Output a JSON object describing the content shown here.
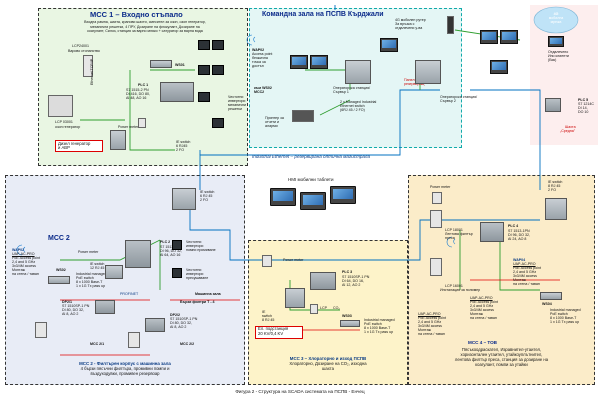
{
  "colors": {
    "zone1": "#e9f6e3",
    "zone2": "#e8ecf6",
    "zone3": "#fdf3c9",
    "zone4": "#fbecc9",
    "control": "#e4f6f5",
    "fiber": "#0070c0",
    "ethernet": "#2e9e2e",
    "red_link": "#e00000"
  },
  "mcc1": {
    "title": "MCC 1 – Входно стъпало",
    "desc": [
      "Входна рампа, шахта, кранови шахти, смесител за озон, озон генератор,",
      "механични решетки, 4 ПРУ, Дозиране на флокулант, Дозиране на",
      "коагулант, Силоз, станция за варно мляко  + сатуратор за варна вода"
    ],
    "lcp_top": "LCP24001",
    "lcp_top_sub": "Варово стопанство",
    "ws01": "WS01",
    "plc1_name": "PLC 1",
    "plc1_spec": [
      "S7 1515-2 PN",
      "DI 416, DO 80,",
      "AI 48, AO 16"
    ],
    "ethernet_label": "Ethernet TCP/IP",
    "lcp_ozone": "LCP 03001",
    "lcp_ozone_sub": "озон генератор",
    "power_meter": "Power meter",
    "right_label": [
      "Честотни",
      "инвертори"
    ],
    "right_label2": [
      "механични",
      "решетки"
    ],
    "switch_label": [
      "IE switch",
      "6 RJ45",
      "2 FO"
    ],
    "diesel": "Дизел генератор",
    "diesel2": "и АВР"
  },
  "control": {
    "title": "Командна зала на ПСПВ Кърджали",
    "router": [
      "4G мобилен рутер",
      "За връзка с",
      "отдалечени у-ва"
    ],
    "wap02": [
      "WAP02",
      "Access point",
      "безжична",
      "точка за",
      "достъп"
    ],
    "to_ws02": [
      "към WS02",
      "MCC2"
    ],
    "operator1": [
      "Операторска станция/",
      "Сървър 1"
    ],
    "operator2": [
      "Операторска станция/",
      "Сървър 2"
    ],
    "panel": [
      "Панел",
      "резервиращ"
    ],
    "managed": [
      "2 x Managed Industrial",
      "Ethernet switch",
      "(6RJ 45 / 2 FO)"
    ],
    "printer": [
      "Принтер за",
      "отчети и",
      "аларми"
    ],
    "fiber_label": "Industrial Ethernet – резервирана оптична магистрала"
  },
  "remote": {
    "net": [
      "4G",
      "мобилна",
      "мрежа"
    ],
    "ips": [
      "Отдалечено",
      "Ипо клиенти",
      "(Бяк)"
    ],
    "plc5": [
      "PLC 5",
      "S7 1214C",
      "DI 14,",
      "DO 10"
    ],
    "shaft": [
      "Шахта",
      "„Средна\""
    ]
  },
  "hmi": {
    "label": "HMI мобилни таблети"
  },
  "mcc2": {
    "title": "MCC 2",
    "wap02": [
      "WAP02",
      "UAP-AC-PRO",
      "PoE Access point",
      "2,4 and 5 GHz",
      "3x3/4M access",
      "Монтаж",
      "на стена / таван"
    ],
    "power_meter": "Power meter",
    "ws02": [
      "WS02"
    ],
    "ws02_sub": [
      "Industrial managed",
      "PoE switch",
      "8 x 1000 Base-T",
      "1 x 1G Tx pass up"
    ],
    "plc2_name": "PLC 2",
    "plc2_spec": [
      "S7 1513-1PN",
      "DI 96, DO 32,",
      "AI 64, AO 16"
    ],
    "ie_switch": [
      "IE switch",
      "12 RJ 45"
    ],
    "ie_switch2": [
      "IE switch",
      "6 RJ 45",
      "2 FO"
    ],
    "vfd": [
      "Честотни",
      "инвертори",
      "помпи промиване"
    ],
    "vfd2": [
      "Честотни",
      "инвертори",
      "пресушаване"
    ],
    "profinet": "PROFINET",
    "machine_label": "Машинна зала",
    "filters_label": "Бързи филтри Т - 4",
    "dp1": [
      "DP2/1",
      "S7 1510SP-1 PN",
      "DI 80, DO 32,",
      "AI 8, AO 2"
    ],
    "dp2": [
      "DP2/2",
      "S7 1510SP-1 PN",
      "DI 80, DO 32,",
      "AI 8, AO 2"
    ],
    "mcc21": "MCC 2/1",
    "mcc22": "MCC 2/2",
    "footer": [
      "MCC 2 - Филтърен корпус с машинна зала",
      "4 бързи пясъчни филтъра, промивни помпи и",
      "въздуходувки, промивен резервоар"
    ]
  },
  "mcc3": {
    "power_meter": "Power meter",
    "plc3_name": "PLC 3",
    "plc3_spec": [
      "S7 1510SP-1 PN",
      "DI 64, DO 16,",
      "AI 12, AO 2"
    ],
    "ie_switch": [
      "IE",
      "switch",
      "8 RJ 45"
    ],
    "lcp": "LCP",
    "co2": "CO₂",
    "ws03": "WS03",
    "ws03_sub": [
      "Industrial managed",
      "PoE switch",
      "8 x 1000 Base-T",
      "1 x 1G Tx pass up"
    ],
    "substation": [
      "Ел. подстанция",
      "20 KV/0,4 KV"
    ],
    "footer": [
      "MCC 3 – Хлораторно и изход ПСПВ",
      "Хлораторно, Дозиране на CO₂, изходна",
      "шахта"
    ]
  },
  "mcc4": {
    "power_meter": "Power meter",
    "ie_switch": [
      "IE switch",
      "8 RJ 45",
      "2 FO"
    ],
    "lcp1": [
      "LCP 18001",
      "Лентова филтър",
      "преса"
    ],
    "plc4_name": "PLC 4",
    "plc4_spec": [
      "S7 1513-1PN",
      "DI 96, DO 32,",
      "AI 24, AO 8"
    ],
    "wap04": [
      "WAP04",
      "UAP-AC-PRO",
      "PoE Access point",
      "2,4 and 5 GHz",
      "3x3/4M access",
      "Монтаж",
      "на стена / таван"
    ],
    "lcp2": [
      "LCP 16001",
      "Инсталация за полимер"
    ],
    "wap04b": [
      "UAP-AC-PRO",
      "PoE Access point",
      "2,4 and 5 GHz",
      "3x3/4M access",
      "Монтаж",
      "на стена / таван"
    ],
    "ws04": "WS04",
    "ws04_sub": [
      "Industrial managed",
      "PoE switch",
      "8 x 1000 Base-T",
      "1 x 1G Tx pass up"
    ],
    "wap_b": [
      "UAP-AC-PRO",
      "PoE Access point",
      "2,4 and 5 GHz",
      "3x3/4M access",
      "Монтаж",
      "на стена / таван"
    ],
    "title": "MCC 4 – ТОВ",
    "footer": [
      "Пясъкоодраскател, Изравнител-утаител,",
      "хоризонтален утаител, утайкоуплътнител,",
      "лентова филтър преса, станция за дозиране на",
      "коагулант, помпи за утайки"
    ]
  },
  "caption": "Фигура 2 - Структура на SCADA системата на ПСПВ - Енчец"
}
